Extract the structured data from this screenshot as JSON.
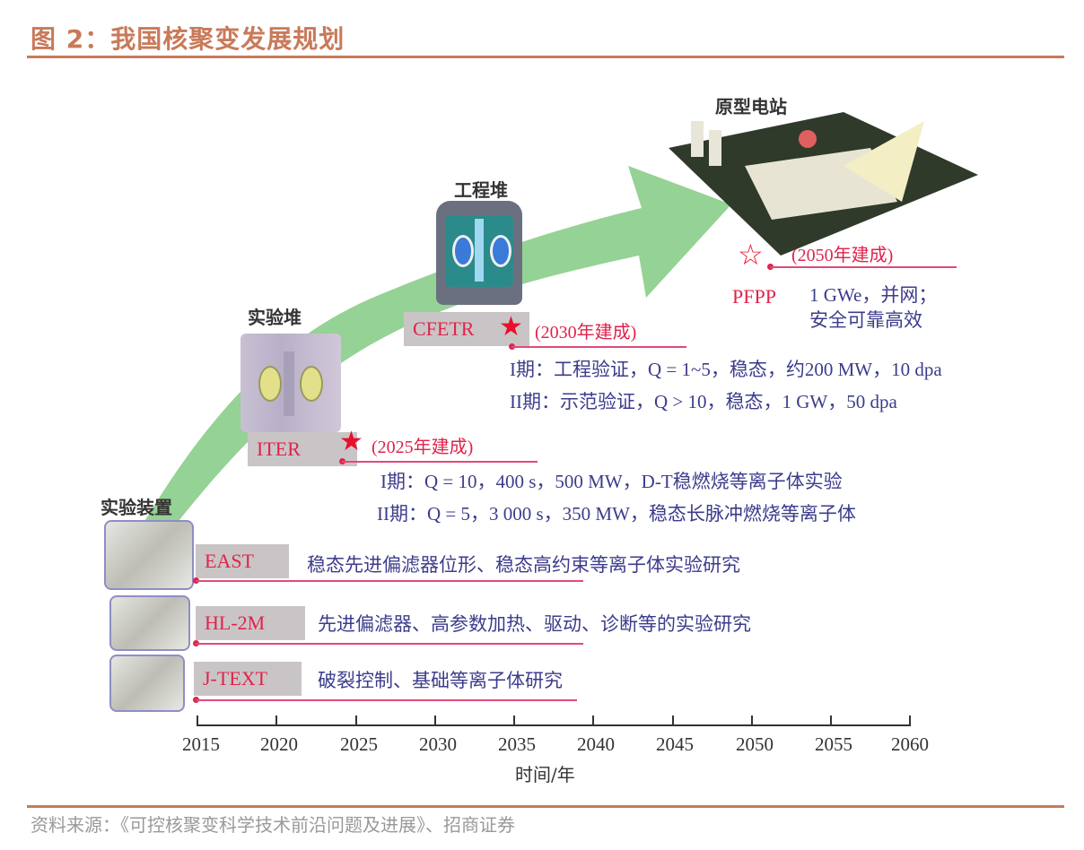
{
  "figure": {
    "title": "图 2：我国核聚变发展规划",
    "source": "资料来源：《可控核聚变科学技术前沿问题及进展》、招商证券",
    "accent_color": "#c87a5a",
    "arrow_color": "#8fd08f",
    "tag_color": "#e0234b",
    "desc_color": "#3c3c8c"
  },
  "stages": {
    "devices": {
      "label": "实验装置"
    },
    "experimental_reactor": {
      "label": "实验堆"
    },
    "engineering_reactor": {
      "label": "工程堆"
    },
    "prototype_plant": {
      "label": "原型电站"
    }
  },
  "devices": [
    {
      "name": "EAST",
      "desc": "稳态先进偏滤器位形、稳态高约束等离子体实验研究"
    },
    {
      "name": "HL-2M",
      "desc": "先进偏滤器、高参数加热、驱动、诊断等的实验研究"
    },
    {
      "name": "J-TEXT",
      "desc": "破裂控制、基础等离子体研究"
    }
  ],
  "iter": {
    "name": "ITER",
    "build": "(2025年建成)",
    "phase1": "I期：Q = 10，400 s，500 MW，D-T稳燃烧等离子体实验",
    "phase2": "II期：Q = 5，3 000 s，350 MW，稳态长脉冲燃烧等离子体"
  },
  "cfetr": {
    "name": "CFETR",
    "build": "(2030年建成)",
    "phase1": "I期：工程验证，Q = 1~5，稳态，约200 MW，10 dpa",
    "phase2": "II期：示范验证，Q > 10，稳态，1 GW，50 dpa"
  },
  "pfpp": {
    "name": "PFPP",
    "build": "(2050年建成)",
    "line1": "1 GWe，并网；",
    "line2": "安全可靠高效"
  },
  "chart_data": {
    "type": "timeline",
    "title": "图 2：我国核聚变发展规划",
    "xlabel": "时间/年",
    "x_ticks": [
      "2015",
      "2020",
      "2025",
      "2030",
      "2035",
      "2040",
      "2045",
      "2050",
      "2055",
      "2060"
    ],
    "xlim": [
      2015,
      2060
    ],
    "milestones": [
      {
        "stage": "实验装置",
        "items": [
          "EAST",
          "HL-2M",
          "J-TEXT"
        ]
      },
      {
        "stage": "实验堆",
        "name": "ITER",
        "year": 2025,
        "status": "建成"
      },
      {
        "stage": "工程堆",
        "name": "CFETR",
        "year": 2030,
        "status": "建成"
      },
      {
        "stage": "原型电站",
        "name": "PFPP",
        "year": 2050,
        "status": "建成"
      }
    ]
  },
  "axis": {
    "ticks": [
      "2015",
      "2020",
      "2025",
      "2030",
      "2035",
      "2040",
      "2045",
      "2050",
      "2055",
      "2060"
    ],
    "title": "时间/年"
  }
}
